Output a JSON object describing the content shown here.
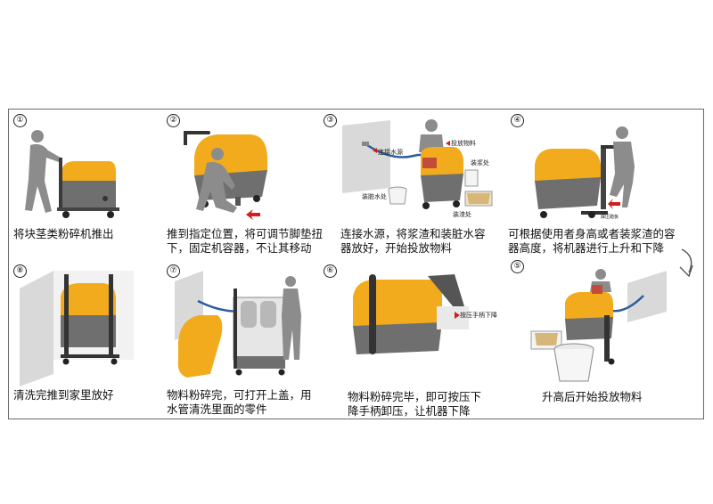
{
  "colors": {
    "body_yellow": "#f2ab1c",
    "base_gray": "#707070",
    "person_gray": "#8c8c8c",
    "wall_gray": "#d9d9d9",
    "hose_blue": "#2d5d9e",
    "arrow_red": "#d11f1f"
  },
  "steps": [
    {
      "number": "①",
      "caption": "将块茎类粉碎机推出",
      "labels": []
    },
    {
      "number": "②",
      "caption": "推到指定位置，将可调节脚垫扭\n下，固定机容器，不让其移动",
      "labels": []
    },
    {
      "number": "③",
      "caption": "连接水源，将浆渣和装脏水容\n器放好，开始投放物料",
      "labels": [
        "连接水源",
        "投放物料",
        "装浆处",
        "装脏水处",
        "装渣处"
      ]
    },
    {
      "number": "④",
      "caption": "可根据使用者身高或者装浆渣的容\n器高度，将机器进行上升和下降",
      "labels": [
        "踩压踏板"
      ]
    },
    {
      "number": "⑧",
      "caption": "清洗完推到家里放好",
      "labels": []
    },
    {
      "number": "⑦",
      "caption": "物料粉碎完，可打开上盖，用\n水管清洗里面的零件",
      "labels": []
    },
    {
      "number": "⑥",
      "caption": "物料粉碎完毕，即可按压下\n降手柄卸压，让机器下降",
      "labels": [
        "按压手柄下降"
      ]
    },
    {
      "number": "⑤",
      "caption": "升高后开始投放物料",
      "labels": []
    }
  ]
}
